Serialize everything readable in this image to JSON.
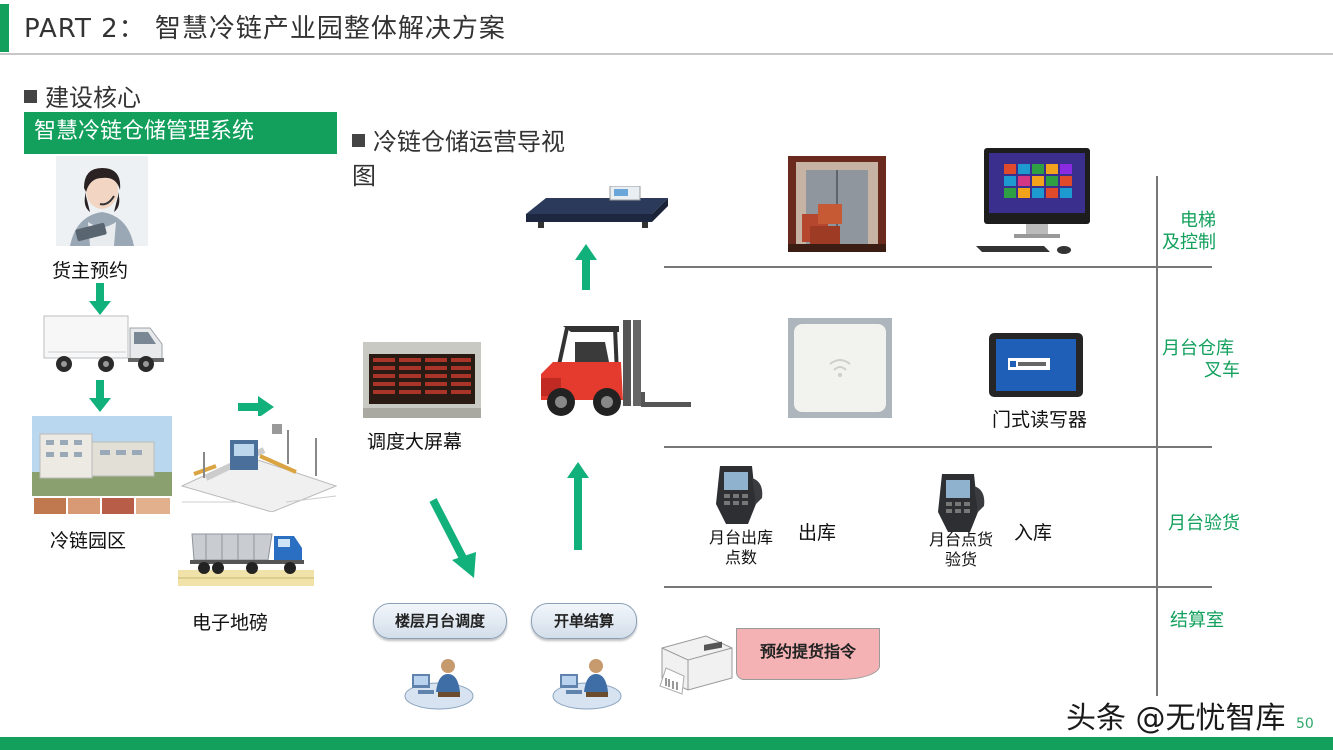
{
  "header": {
    "title": "PART 2： 智慧冷链产业园整体解决方案"
  },
  "left": {
    "section_title": "建设核心",
    "system_label": "智慧冷链仓储管理系统",
    "flow": [
      "货主预约",
      "冷链园区",
      "电子地磅"
    ]
  },
  "center": {
    "section_title": "冷链仓储运营导视",
    "section_title_cont": "图",
    "screen_label": "调度大屏幕",
    "pill_dispatch": "楼层月台调度",
    "pill_settle": "开单结算",
    "order_card": "预约提货指令"
  },
  "right": {
    "door_reader": "门式读写器",
    "outbound_device": [
      "月台出库",
      "点数"
    ],
    "outbound": "出库",
    "inbound_device": [
      "月台点货",
      "验货"
    ],
    "inbound": "入库",
    "zones": [
      {
        "lines": [
          "电梯",
          "及控制"
        ]
      },
      {
        "lines": [
          "月台仓库",
          "叉车"
        ]
      },
      {
        "lines": [
          "月台验货"
        ]
      },
      {
        "lines": [
          "结算室"
        ]
      }
    ]
  },
  "watermark": "头条 @无忧智库",
  "page_number": "50",
  "colors": {
    "accent": "#12a05c",
    "arrow": "#12b07a",
    "order_card": "#f4b2b5"
  },
  "icons": [
    "woman-headset-photo",
    "truck-icon",
    "park-photo",
    "weighbridge-diagram",
    "dump-truck-icon",
    "led-screen-photo",
    "forklift-icon",
    "platform-scale-icon",
    "elevator-photo",
    "computer-icon",
    "rfid-reader-icon",
    "tablet-icon",
    "handheld-scanner-icon",
    "operator-desk-icon",
    "label-printer-icon"
  ]
}
